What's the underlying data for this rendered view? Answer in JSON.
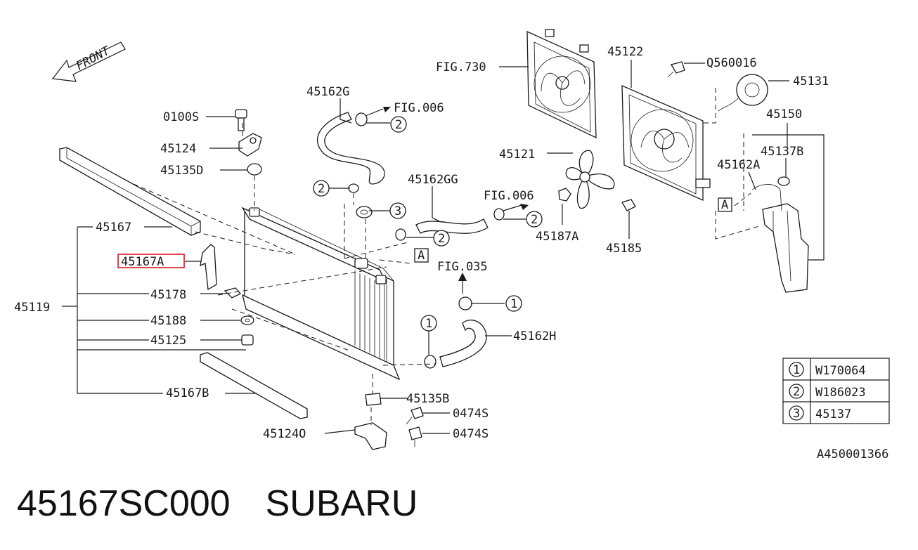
{
  "diagram": {
    "front_label": "FRONT",
    "parts": {
      "p_0100S": "0100S",
      "p_45124": "45124",
      "p_45135D": "45135D",
      "p_45167": "45167",
      "p_45167A": "45167A",
      "p_45178": "45178",
      "p_45119": "45119",
      "p_45188": "45188",
      "p_45125": "45125",
      "p_45167B": "45167B",
      "p_45162G": "45162G",
      "p_fig006a": "FIG.006",
      "p_45162GG": "45162GG",
      "p_fig006b": "FIG.006",
      "p_fig035": "FIG.035",
      "p_45162H": "45162H",
      "p_45135B": "45135B",
      "p_0474S_a": "0474S",
      "p_0474S_b": "0474S",
      "p_45124O": "45124O",
      "p_fig730": "FIG.730",
      "p_45122": "45122",
      "p_Q560016": "Q560016",
      "p_45131": "45131",
      "p_45150": "45150",
      "p_45137B": "45137B",
      "p_45162A": "45162A",
      "p_45121": "45121",
      "p_45187A": "45187A",
      "p_45185": "45185",
      "ref_code": "A450001366"
    },
    "ref_marks": {
      "A1": "A",
      "A2": "A",
      "c1a": "1",
      "c1b": "1",
      "c2a": "2",
      "c2b": "2",
      "c2c": "2",
      "c2d": "2",
      "c3a": "3"
    },
    "legend": [
      {
        "num": "1",
        "code": "W170064"
      },
      {
        "num": "2",
        "code": "W186023"
      },
      {
        "num": "3",
        "code": "45137"
      }
    ],
    "highlight_color": "#e0303a"
  },
  "footer": {
    "part_number": "45167SC000",
    "brand": "SUBARU"
  }
}
